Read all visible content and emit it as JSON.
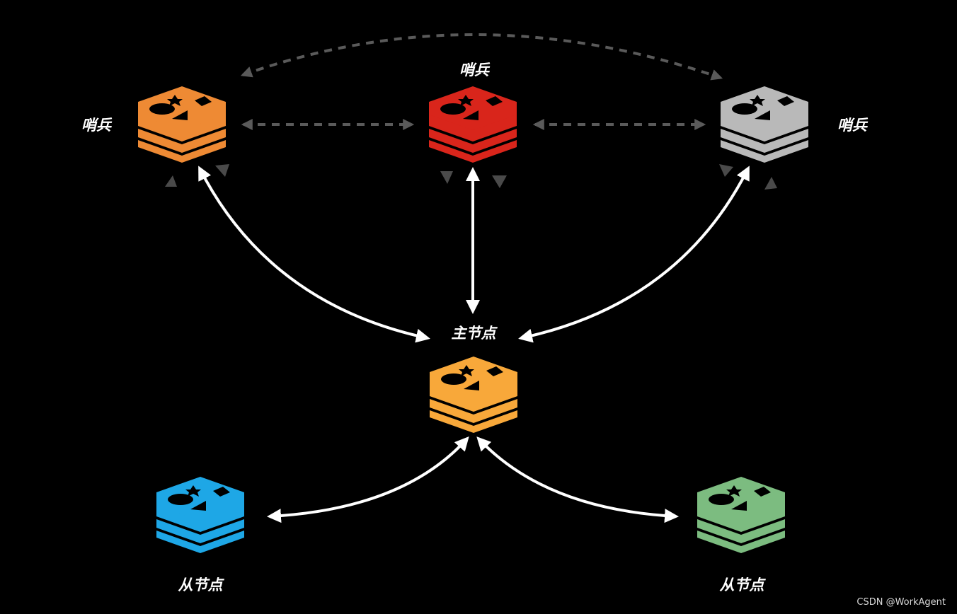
{
  "labels": {
    "sentinel_left": "哨兵",
    "sentinel_center": "哨兵",
    "sentinel_right": "哨兵",
    "master": "主节点",
    "slave_left": "从节点",
    "slave_right": "从节点"
  },
  "watermark": "CSDN @WorkAgent",
  "colors": {
    "background": "#000000",
    "sentinel_left": "#ee8a34",
    "sentinel_center": "#d9251b",
    "sentinel_right": "#b9b9b9",
    "master": "#f8a83a",
    "slave_left": "#1ea7e6",
    "slave_right": "#7cbc80",
    "solid_arrow": "#ffffff",
    "dashed_arrow": "#5a5a5a"
  }
}
